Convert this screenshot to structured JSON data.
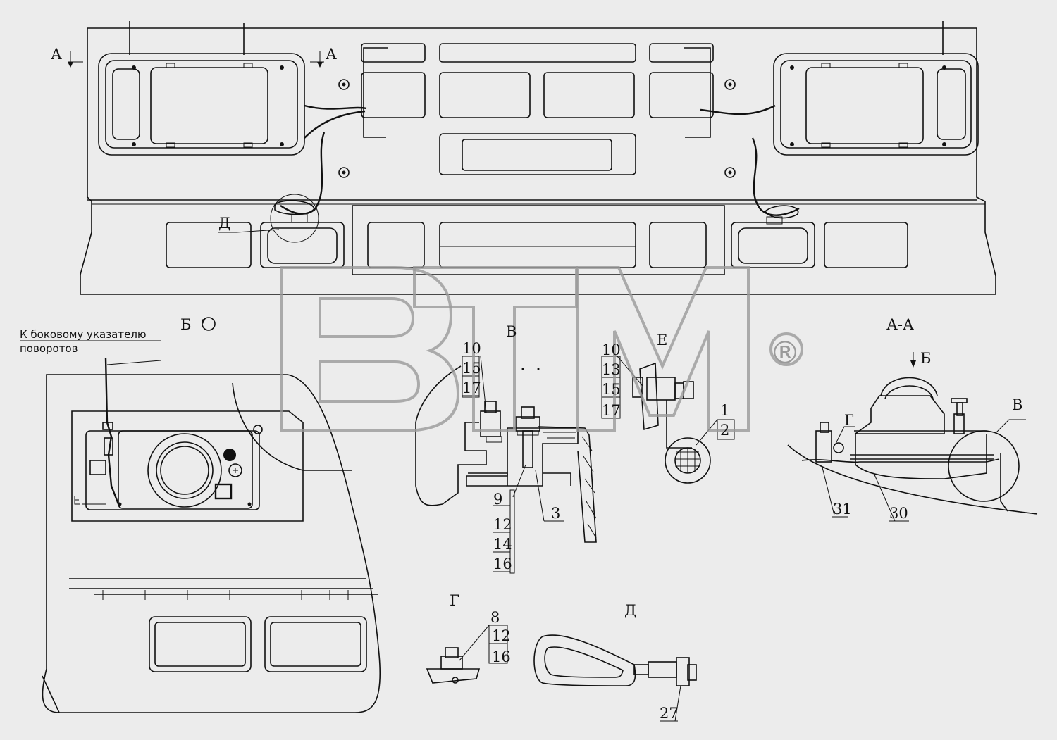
{
  "views": {
    "a_mark_left": "А",
    "a_mark_right": "А",
    "b_marker": "Б",
    "v_title": "В",
    "e_title": "Е",
    "g_title": "Г",
    "d_title": "Д",
    "aa_title": "А-А",
    "aa_b_marker": "Б",
    "aa_g_callout": "Г",
    "aa_v_callout": "В",
    "d_callout": "Д"
  },
  "note": {
    "line1": "К боковому указателю",
    "line2": "поворотов"
  },
  "callouts": {
    "v_stack": [
      "10",
      "15",
      "17"
    ],
    "v_bottom": [
      "9",
      "12",
      "14",
      "16"
    ],
    "v_three": "3",
    "e_stack": [
      "10",
      "13",
      "15",
      "17"
    ],
    "e_side": [
      "1",
      "2"
    ],
    "g_top": "8",
    "g_stack": [
      "12",
      "16"
    ],
    "d_bottom": "27",
    "aa_31": "31",
    "aa_30": "30"
  },
  "watermark": {
    "text": "BTM",
    "mark": "®",
    "color": "#9a9a9a"
  },
  "colors": {
    "background": "#ececec",
    "line": "#111111"
  }
}
